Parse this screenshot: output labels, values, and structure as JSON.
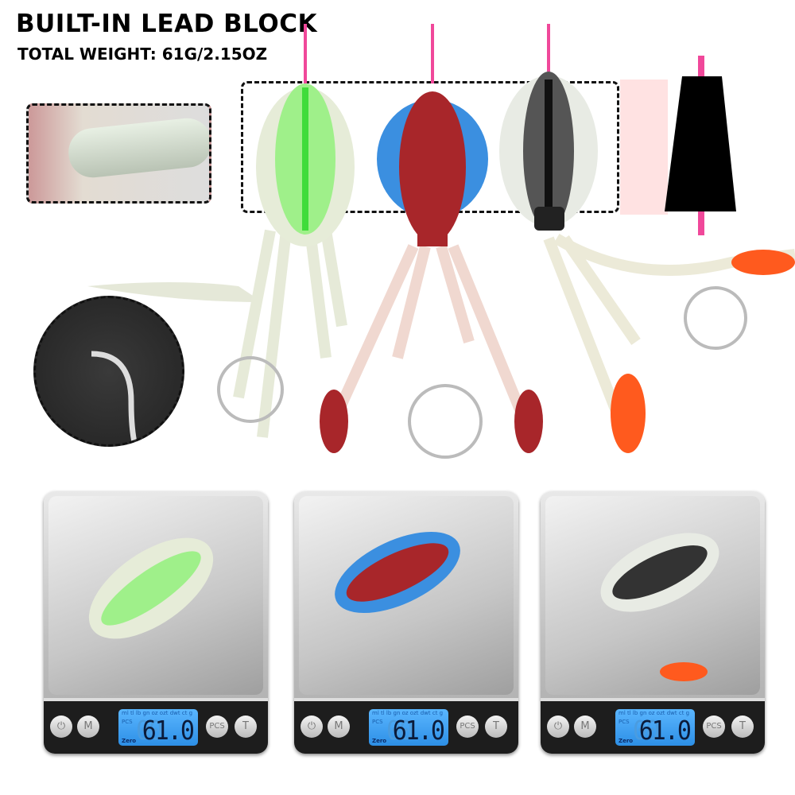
{
  "header": {
    "title": "BUILT-IN LEAD BLOCK",
    "subtitle": "TOTAL WEIGHT: 61G/2.15OZ"
  },
  "lures": [
    {
      "color": "glow-green",
      "body": "#9ff08a",
      "stripe": "#3fdc3a",
      "tail": "#e6ead8"
    },
    {
      "color": "red-blue",
      "body": "#a8262a",
      "stripe": "#1f4fb0",
      "tail": "#b31d24"
    },
    {
      "color": "black-white",
      "body": "#555",
      "stripe": "#111",
      "tail": "#ff5a1e"
    }
  ],
  "scales": [
    {
      "units": "ml tl lb gn oz ozt dwt ct g",
      "pcs": "PCS",
      "zero": "Zero",
      "ghost": "00",
      "reading": "61.0",
      "buttons": [
        "⏻",
        "M",
        "PCS",
        "T"
      ]
    },
    {
      "units": "ml tl lb gn oz ozt dwt ct g",
      "pcs": "PCS",
      "zero": "Zero",
      "ghost": "00",
      "reading": "61.0",
      "buttons": [
        "⏻",
        "M",
        "PCS",
        "T"
      ]
    },
    {
      "units": "ml tl lb gn oz ozt dwt ct g",
      "pcs": "PCS",
      "zero": "Zero",
      "ghost": "00",
      "reading": "61.0",
      "buttons": [
        "⏻",
        "M",
        "PCS",
        "T"
      ]
    }
  ]
}
